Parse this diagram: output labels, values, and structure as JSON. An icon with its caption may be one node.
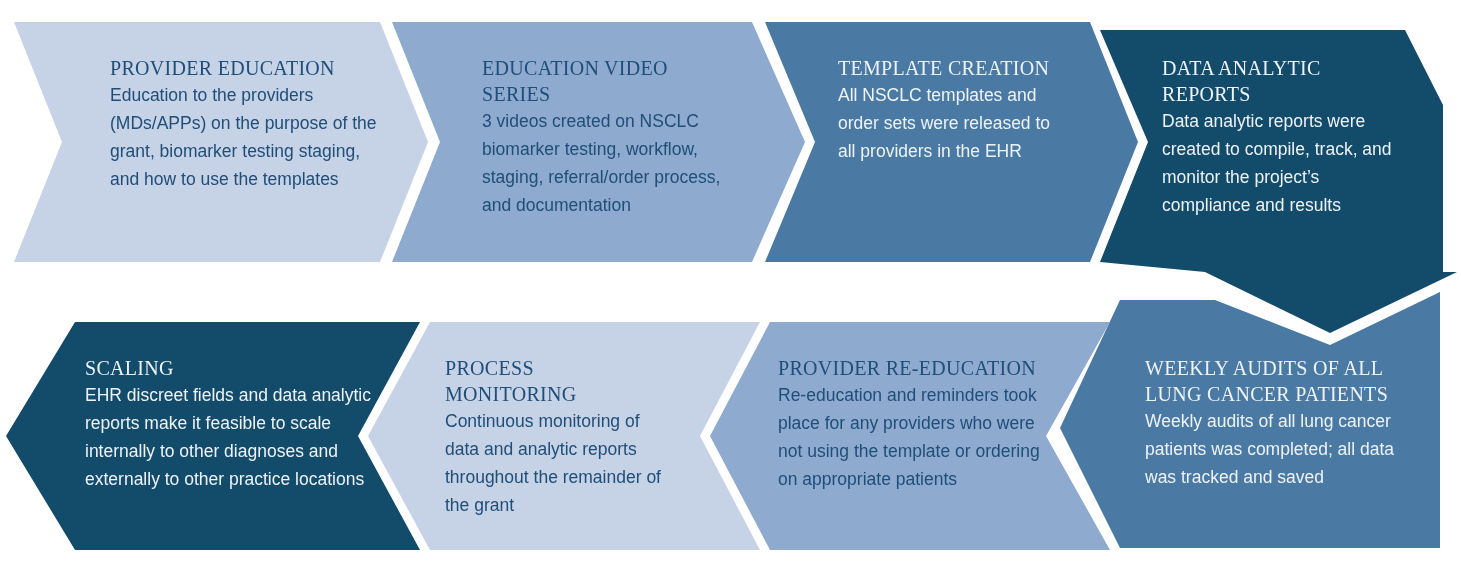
{
  "diagram": {
    "nodes": [
      {
        "text": [
          "PROVIDER EDUCATION",
          "Education to the providers (MDs/APPs) on the purpose of the grant, biomarker testing staging, and how to use the templates"
        ]
      },
      {
        "text": [
          "EDUCATION VIDEO SERIES",
          "3 videos created on NSCLC biomarker testing, workflow, staging, referral/order process, and documentation"
        ]
      },
      {
        "text": [
          "TEMPLATE CREATION",
          "All NSCLC templates and order sets were released to all providers in the EHR"
        ]
      },
      {
        "text": [
          "DATA ANALYTIC REPORTS",
          "Data analytic reports were created to compile, track, and monitor the project’s compliance and results"
        ]
      },
      {
        "text": [
          "WEEKLY AUDITS OF ALL LUNG CANCER PATIENTS",
          "Weekly audits of all lung cancer patients was completed; all data was tracked and saved"
        ]
      },
      {
        "text": [
          "PROVIDER RE-EDUCATION",
          "Re-education and reminders took place for any providers who were not using the template or ordering on appropriate patients"
        ]
      },
      {
        "text": [
          "PROCESS MONITORING",
          "Continuous monitoring of data and analytic reports throughout the remainder of the grant"
        ]
      },
      {
        "text": [
          "SCALING",
          "EHR discreet fields and data analytic reports make it feasible to scale internally to other diagnoses and externally to other practice locations"
        ]
      }
    ]
  }
}
